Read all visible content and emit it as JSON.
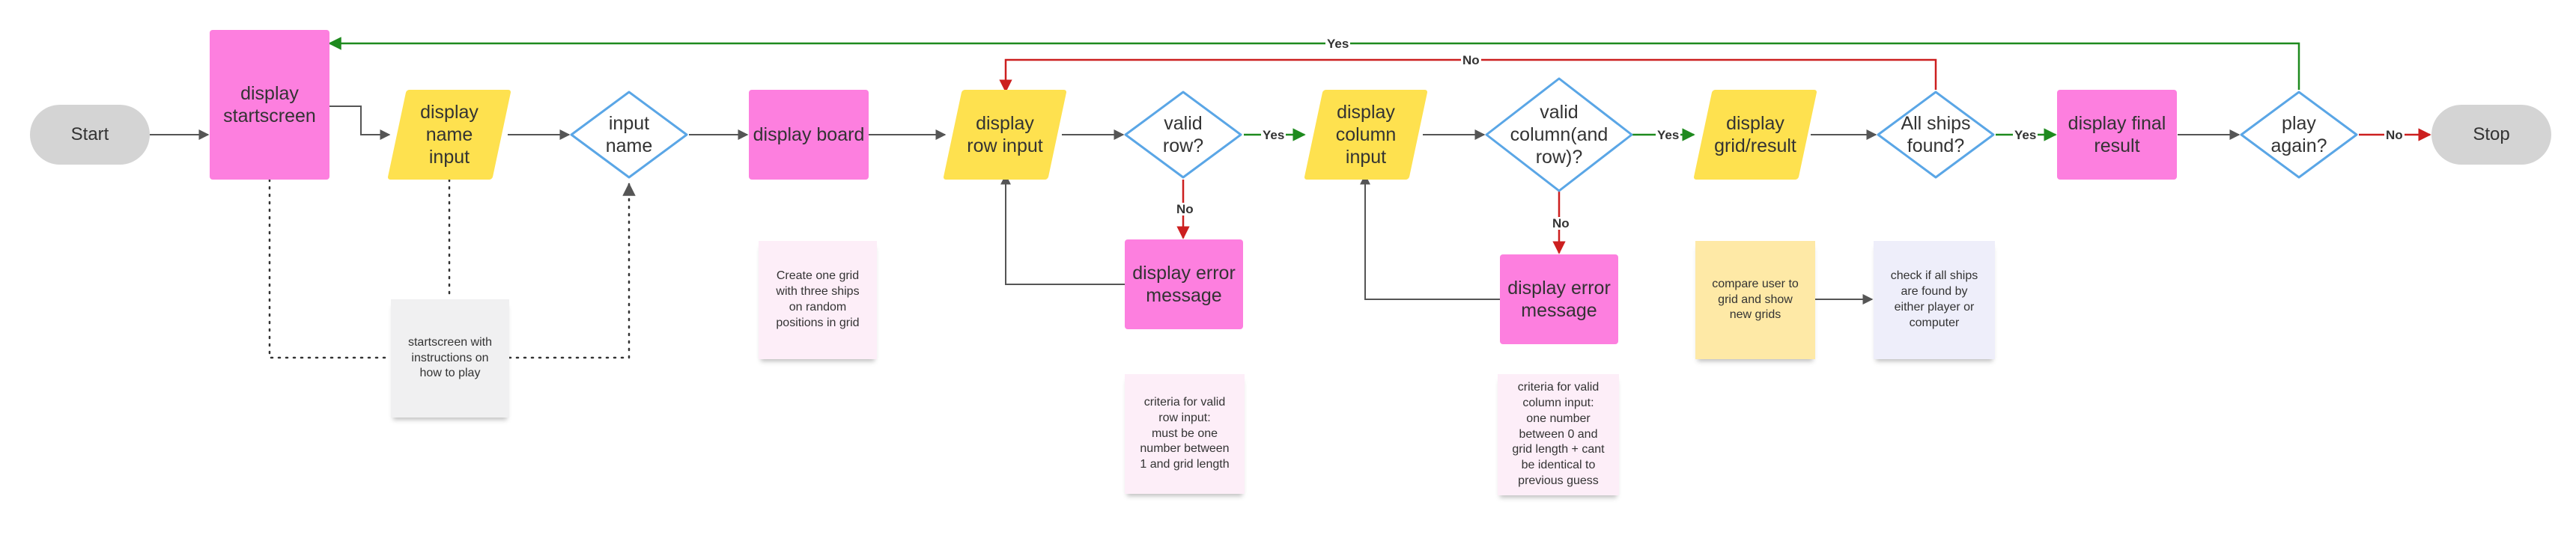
{
  "nodes": {
    "start": "Start",
    "display_startscreen": "display\nstartscreen",
    "display_name_input": "display\nname\ninput",
    "input_name": "input\nname",
    "display_board": "display board",
    "display_row_input": "display\nrow input",
    "valid_row": "valid\nrow?",
    "display_error_row": "display error\nmessage",
    "display_column_input": "display\ncolumn\ninput",
    "valid_column": "valid\ncolumn(and\nrow)?",
    "display_error_column": "display error\nmessage",
    "display_grid_result": "display\ngrid/result",
    "all_ships_found": "All ships\nfound?",
    "display_final_result": "display final\nresult",
    "play_again": "play\nagain?",
    "stop": "Stop"
  },
  "notes": {
    "startscreen": "startscreen with\ninstructions on\nhow to play",
    "board": "Create  one grid\nwith three ships\non random\npositions in grid",
    "row_criteria": "criteria for valid\nrow input:\nmust be one\nnumber between\n1 and grid length",
    "column_criteria": "criteria for valid\ncolumn input:\none number\nbetween 0 and\ngrid length + cant\nbe identical to\nprevious guess",
    "compare": "compare user to\ngrid and show\nnew grids",
    "check_ships": "check if all ships\nare found by\neither player or\ncomputer"
  },
  "labels": {
    "yes_row": "Yes",
    "no_row": "No",
    "yes_column": "Yes",
    "no_column": "No",
    "yes_ships": "Yes",
    "no_ships": "No",
    "yes_play": "Yes",
    "no_play": "No"
  },
  "colors": {
    "terminal": "#d4d4d4",
    "process": "#fd7fdf",
    "io": "#fee14f",
    "decision_border": "#5aa6e6",
    "yes_arrow": "#1e8a1e",
    "no_arrow": "#cc1f1f",
    "default_arrow": "#555555"
  }
}
